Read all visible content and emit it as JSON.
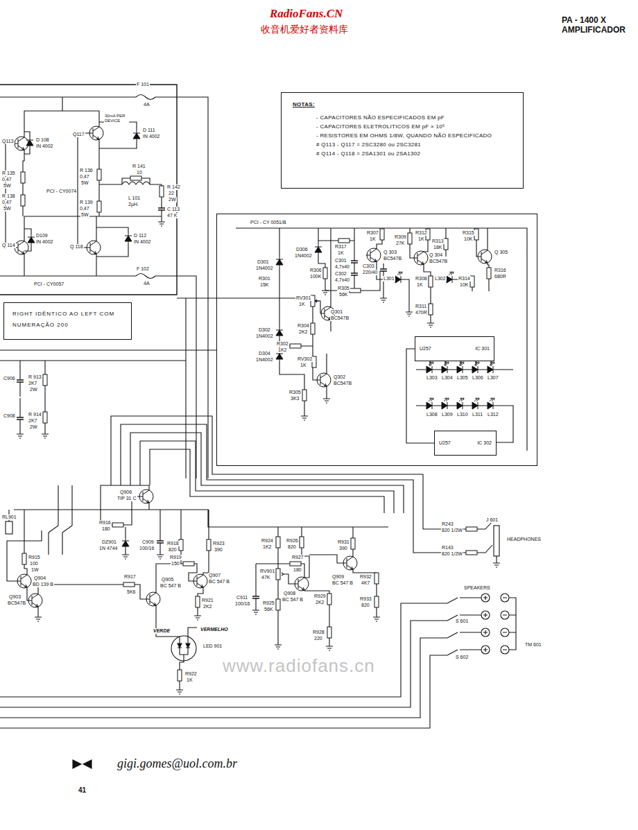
{
  "diagram": {
    "title": "PA - 1400 X AMPLIFICADOR",
    "nodes": [
      {
        "text": [
          "NOTAS:",
          "- CAPACITORES NÃO ESPECIFICADOS EM pF",
          "- CAPACITORES ELETROLITICOS EM pF × 10⁶",
          "- RESISTORES EM OHMS 1/8W, QUANDO NÃO ESPECIFICADO",
          "# Q113 - Q117 = 2SC3280 ou 2SC3281",
          "# Q114 - Q118 = 2SA1301 ou 2SA1302"
        ]
      },
      {
        "text": [
          "RIGHT IDÊNTICO AO LEFT COM NUMERAÇÃO 200"
        ]
      },
      {
        "text": [
          "PCI - CY 0051/B"
        ]
      },
      {
        "text": [
          "U257",
          "IC 301"
        ],
        "in": 2
      },
      {
        "text": [
          "U257",
          "IC 302"
        ],
        "in": 2
      }
    ],
    "edges": [
      {
        "from": 3,
        "to": 4,
        "arrow": "none"
      }
    ],
    "labels": [
      "RadioFans.CN",
      "收音机爱好者资料库",
      "F 101",
      "4A",
      "30mA PER DEVICE",
      "Q117",
      "D 111",
      "IN 4002",
      "Q113",
      "D 108",
      "IN 4002",
      "R 141",
      "10",
      "R 136",
      "0,47",
      "5W",
      "R 135",
      "0,47",
      "5W",
      "PCI - CY0074",
      "L 101",
      "2µH.",
      "R 142",
      "22",
      "2W",
      "R 138",
      "0,47",
      "5W",
      "R 139",
      "0,47",
      "5W",
      "C 113",
      "47 K",
      "Q 114",
      "D109",
      "IN 4002",
      "Q 118",
      "D 112",
      "IN 4002",
      "PCI - CY0057",
      "F 102",
      "4A",
      "C906",
      "R 913",
      "2K7",
      "2W",
      "C908",
      "R 914",
      "2K7",
      "2W",
      "D306",
      "1N4002",
      "D301",
      "1N4002",
      "R301",
      "15K",
      "R317",
      "1K",
      "R306",
      "100K",
      "C301",
      "4,7x40",
      "C302",
      "4,7x40",
      "C303",
      "220/40",
      "R305",
      "56K",
      "R307",
      "1K",
      "R309",
      "27K",
      "Q 303",
      "BC547B",
      "R312",
      "1K",
      "R313",
      "18K",
      "Q 304",
      "BC547B",
      "R315",
      "10K",
      "Q 305",
      "R316",
      "680R",
      "L301",
      "R308",
      "1K",
      "L302",
      "R314",
      "10K",
      "R311",
      "470R",
      "RV301",
      "1K",
      "Q301",
      "BC547B",
      "R304",
      "2K2",
      "D302",
      "1N4002",
      "R302",
      "1K2",
      "D304",
      "1N4002",
      "RV302",
      "1K",
      "Q302",
      "BC547B",
      "R305",
      "3K3",
      "L303",
      "L304",
      "L305",
      "L306",
      "L307",
      "L308",
      "L309",
      "L310",
      "L311",
      "L312",
      "Q906",
      "TIP 31 C",
      "RL901",
      "R916",
      "180",
      "DZ901",
      "1N 4744",
      "C909",
      "100/16",
      "R918",
      "820",
      "R919",
      "150",
      "R923",
      "390",
      "R915",
      "100",
      "1W",
      "Q904",
      "BD 139 B",
      "Q903",
      "BC547B",
      "R917",
      "5K6",
      "Q905",
      "BC 547 B",
      "Q907",
      "BC 547 B",
      "R921",
      "2K2",
      "VERDE",
      "VERMELHO",
      "LED 901",
      "R922",
      "1K",
      "R924",
      "1K2",
      "R926",
      "820",
      "R927",
      "180",
      "RV901",
      "47K",
      "R931",
      "390",
      "Q908",
      "BC 547 B",
      "Q909",
      "BC 547 B",
      "R932",
      "4K7",
      "C911",
      "100/16",
      "R925",
      "56K",
      "R929",
      "2K2",
      "R933",
      "820",
      "R928",
      "220",
      "R243",
      "820 1/2W",
      "R143",
      "820 1/2W",
      "J 601",
      "HEADPHONES",
      "SPEAKERS",
      "S 601",
      "S 602",
      "TM 601",
      "www.radiofans.cn",
      "gigi.gomes@uol.com.br",
      "41"
    ]
  }
}
